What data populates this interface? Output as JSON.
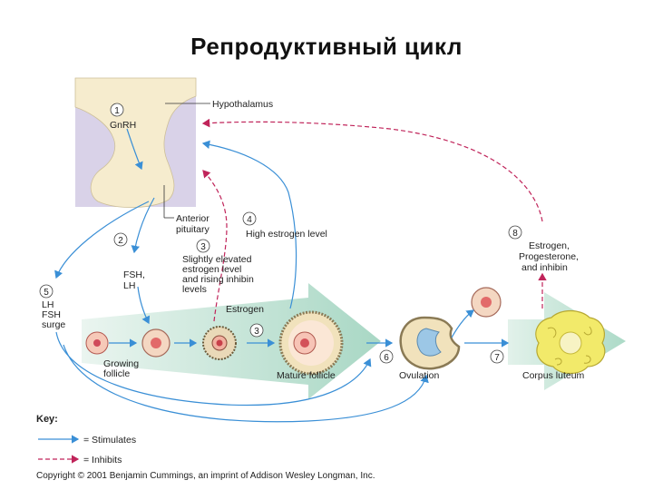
{
  "title": "Репродуктивный цикл",
  "labels": {
    "hypothalamus": "Hypothalamus",
    "gnrh": "GnRH",
    "anterior_pituitary": [
      "Anterior",
      "pituitary"
    ],
    "fsh_lh": [
      "FSH,",
      "LH"
    ],
    "lh_fsh_surge": [
      "LH",
      "FSH",
      "surge"
    ],
    "slightly_elevated": [
      "Slightly elevated",
      "estrogen level",
      "and rising inhibin",
      "levels"
    ],
    "high_estrogen": "High estrogen level",
    "estrogen": "Estrogen",
    "growing_follicle": [
      "Growing",
      "follicle"
    ],
    "mature_follicle": "Mature follicle",
    "ovulation": "Ovulation",
    "corpus_luteum": "Corpus luteum",
    "estrogen_progesterone": [
      "Estrogen,",
      "Progesterone,",
      "and inhibin"
    ]
  },
  "steps": [
    "1",
    "2",
    "3",
    "3",
    "4",
    "5",
    "6",
    "7",
    "8"
  ],
  "key": {
    "title": "Key:",
    "stimulates": "= Stimulates",
    "inhibits": "= Inhibits"
  },
  "copyright": "Copyright © 2001 Benjamin Cummings, an imprint of Addison Wesley Longman, Inc.",
  "colors": {
    "stimulate_arrow": "#3a8fd6",
    "inhibit_arrow": "#c0245a",
    "hypothalamus_bg": "#d9d2e8",
    "pituitary": "#f6ecce",
    "big_arrow": "#a8d8c5",
    "corpus_luteum": "#f2ea6a"
  }
}
